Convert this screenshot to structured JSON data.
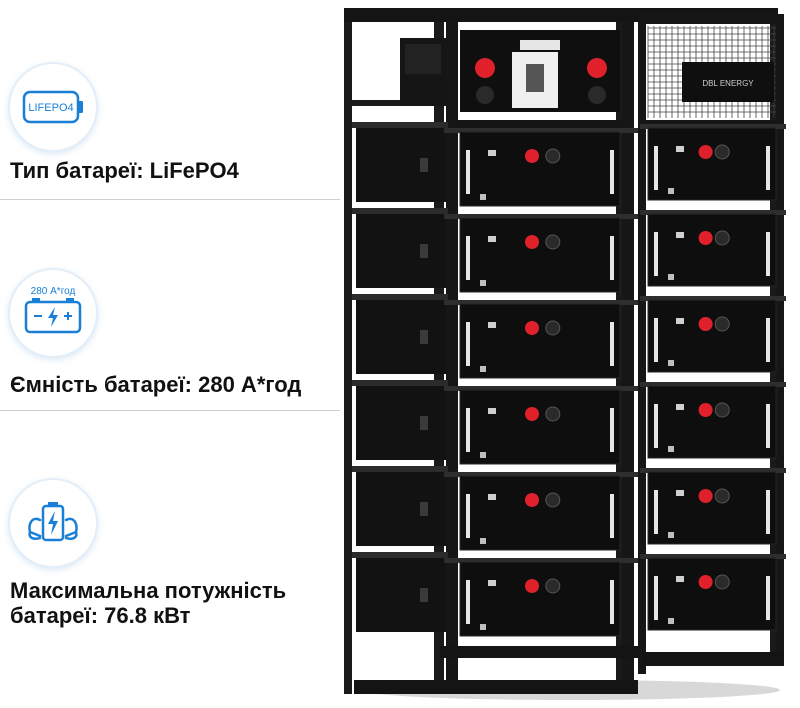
{
  "features": [
    {
      "icon": "battery-chemistry-icon",
      "icon_text": "LIFEPO4",
      "label": "Тип батареї: LiFePO4"
    },
    {
      "icon": "battery-capacity-icon",
      "icon_text": "280 А*год",
      "label": "Ємність батареї: 280 А*год"
    },
    {
      "icon": "battery-power-icon",
      "label_line1": "Максимальна потужність",
      "label_line2": "батареї: 76.8 кВт"
    }
  ],
  "product": {
    "brand_plate": "DBL ENERGY"
  },
  "colors": {
    "accent_blue": "#1a7fd6",
    "rack_black": "#111111",
    "terminal_red": "#e0202a"
  }
}
